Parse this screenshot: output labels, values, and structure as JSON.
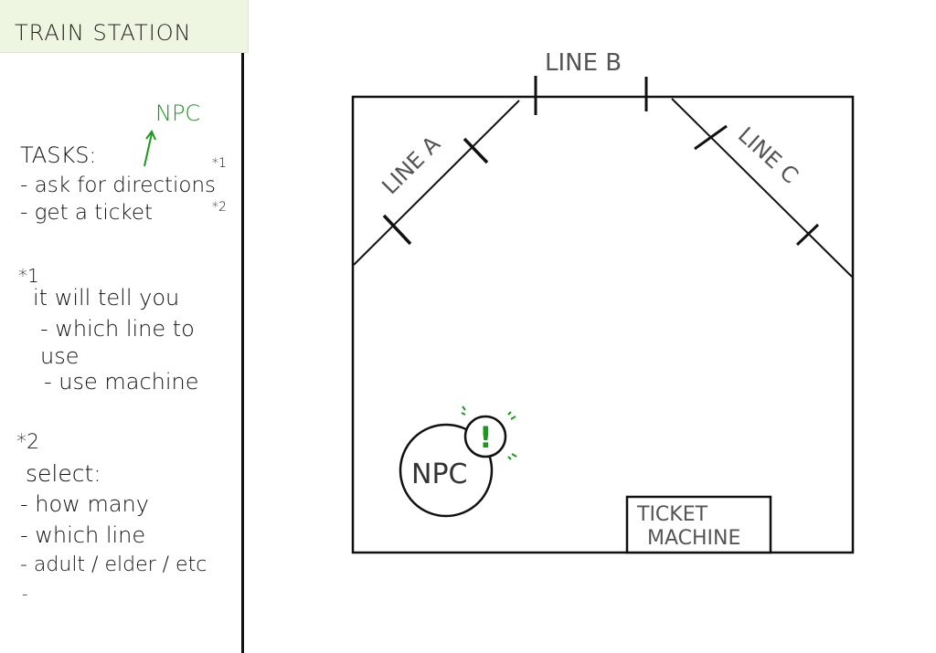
{
  "title": "TRAIN STATION",
  "notes": {
    "npc_callout": "NPC",
    "tasks_heading": "TASKS:",
    "task_1": "- ask for directions",
    "task_1_marker": "*1",
    "task_2": "- get a ticket",
    "task_2_marker": "*2",
    "note1_marker": "*1",
    "note1_line1": "it will tell you",
    "note1_line2": "- which line to",
    "note1_line3": "use",
    "note1_line4": "- use machine",
    "note2_marker": "*2",
    "note2_line1": "select:",
    "note2_line2": "- how many",
    "note2_line3": "- which line",
    "note2_line4": "- adult / elder / etc",
    "note2_line5": "-"
  },
  "map": {
    "line_a": "LINE A",
    "line_b": "LINE B",
    "line_c": "LINE C",
    "npc_label": "NPC",
    "npc_alert": "!",
    "ticket_machine_line1": "TICKET",
    "ticket_machine_line2": "MACHINE"
  },
  "colors": {
    "ink": "#111111",
    "green": "#1a9a1a",
    "title_tab": "#eef6e1",
    "map_text": "#555555"
  }
}
